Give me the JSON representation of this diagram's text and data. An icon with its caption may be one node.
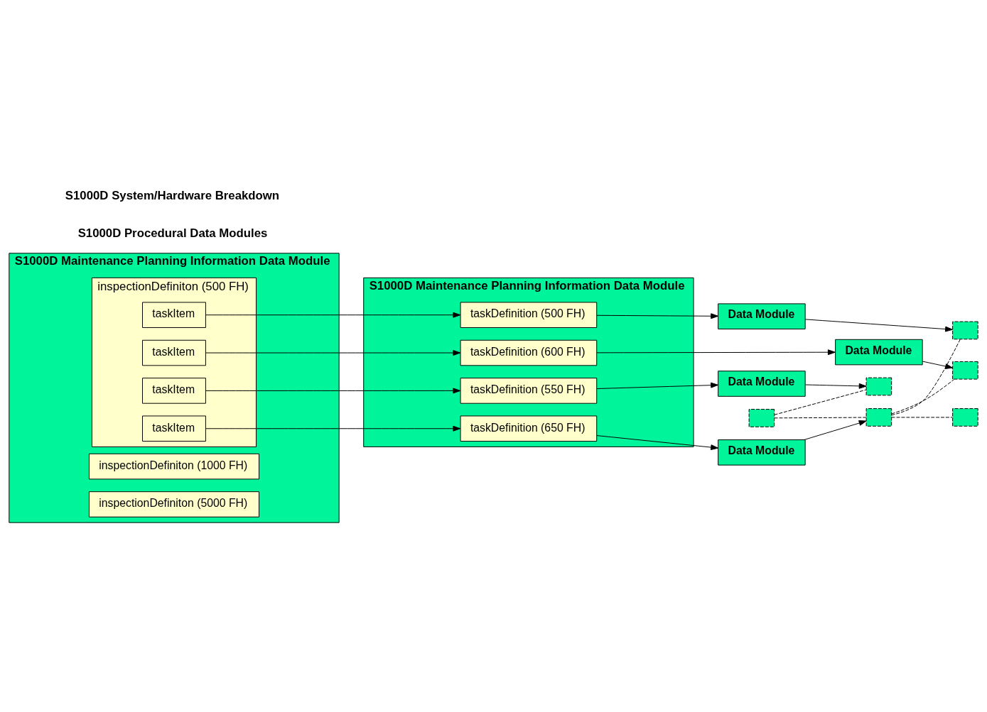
{
  "diagram": {
    "nodes": [
      {
        "text": [
          "S1000D Maintenance Planning Information Data Module"
        ]
      },
      {
        "text": [
          "inspectionDefiniton (500 FH)"
        ],
        "in": 0
      },
      {
        "text": [
          "taskItem"
        ],
        "in": 1
      },
      {
        "text": [
          "taskItem"
        ],
        "in": 1
      },
      {
        "text": [
          "taskItem"
        ],
        "in": 1
      },
      {
        "text": [
          "taskItem"
        ],
        "in": 1
      },
      {
        "text": [
          "inspectionDefiniton (1000 FH)"
        ],
        "in": 0
      },
      {
        "text": [
          "inspectionDefiniton (5000 FH)"
        ],
        "in": 0
      },
      {
        "text": [
          "S1000D Maintenance Planning Information Data Module"
        ]
      },
      {
        "text": [
          "taskDefinition (550 FH)"
        ],
        "in": 8
      },
      {
        "text": [
          "taskDefinition (650 FH)"
        ],
        "in": 8
      },
      {
        "text": [
          "taskDefinition (500 FH)"
        ],
        "in": 8
      },
      {
        "text": [
          "taskDefinition (600 FH)"
        ],
        "in": 8
      },
      {
        "text": [
          "Data Module"
        ]
      },
      {
        "text": [
          "Data Module"
        ]
      },
      {
        "text": [
          "Data Module"
        ]
      },
      {
        "text": [
          "Data Module"
        ]
      },
      {
        "text": [],
        "shape": "box"
      },
      {
        "text": [],
        "shape": "box"
      },
      {
        "text": [],
        "shape": "box"
      },
      {
        "text": [],
        "shape": "box"
      },
      {
        "text": [],
        "shape": "box"
      },
      {
        "text": [],
        "shape": "box"
      }
    ],
    "edges": [
      {
        "from": 2,
        "to": 9,
        "arrow": "to"
      },
      {
        "from": 3,
        "to": 10,
        "arrow": "to"
      },
      {
        "from": 4,
        "to": 11,
        "arrow": "to"
      },
      {
        "from": 5,
        "to": 12,
        "arrow": "to"
      },
      {
        "from": 9,
        "to": 13,
        "arrow": "to"
      },
      {
        "from": 10,
        "to": 14,
        "arrow": "to"
      },
      {
        "from": 11,
        "to": 15,
        "arrow": "to"
      },
      {
        "from": 12,
        "to": 16,
        "arrow": "to"
      },
      {
        "from": 13,
        "to": 18,
        "arrow": "to"
      },
      {
        "from": 14,
        "to": 19,
        "arrow": "to"
      },
      {
        "from": 15,
        "to": 20,
        "arrow": "to"
      },
      {
        "from": 16,
        "to": 21,
        "arrow": "to"
      },
      {
        "from": 17,
        "to": 18,
        "arrow": "none",
        "style": "dashed"
      },
      {
        "from": 17,
        "to": 19,
        "arrow": "none",
        "style": "dashed"
      },
      {
        "from": 19,
        "to": 20,
        "arrow": "none",
        "style": "dashed"
      },
      {
        "from": 19,
        "to": 21,
        "arrow": "none",
        "style": "dashed"
      },
      {
        "from": 19,
        "to": 22,
        "arrow": "none",
        "style": "dashed"
      }
    ],
    "labels": [
      "S1000D Procedural Data Modules",
      "S1000D System/Hardware Breakdown"
    ]
  }
}
